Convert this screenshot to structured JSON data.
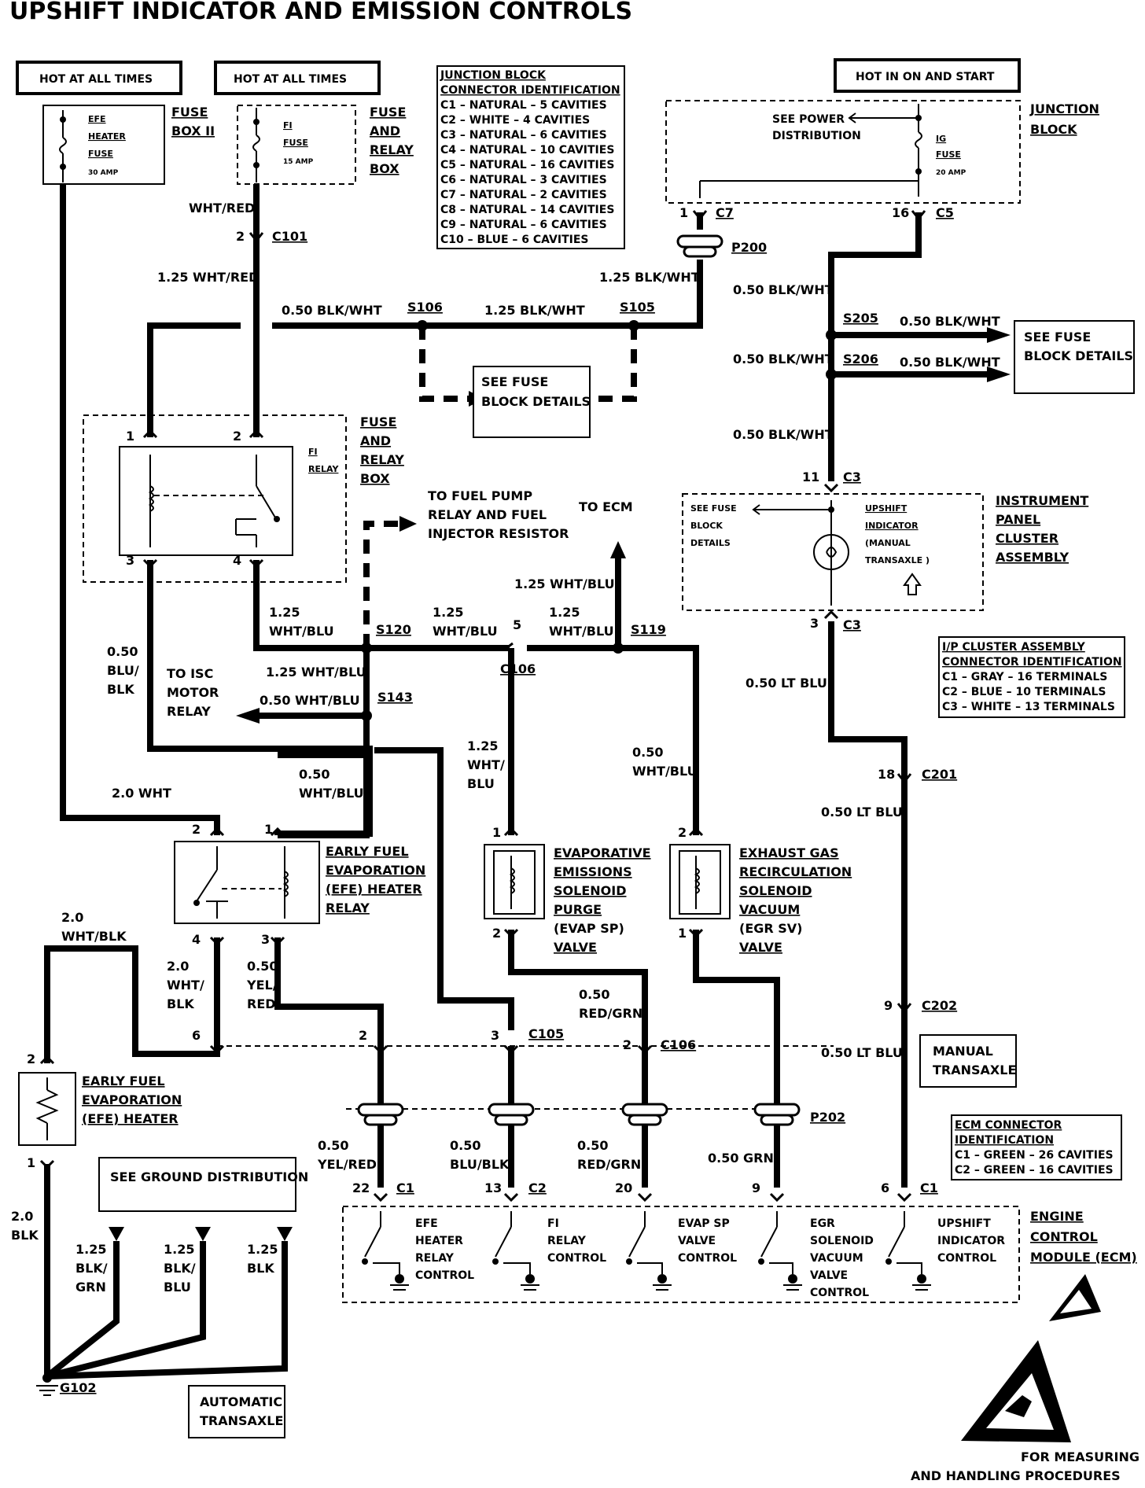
{
  "title": "UPSHIFT INDICATOR AND EMISSION CONTROLS",
  "power": {
    "hot_at_all_times_1": "HOT AT ALL TIMES",
    "hot_at_all_times_2": "HOT AT ALL TIMES",
    "hot_in_on_and_start": "HOT IN ON AND START"
  },
  "fuses": {
    "efe_1": "EFE",
    "efe_2": "HEATER",
    "efe_3": "FUSE",
    "efe_amp": "30 AMP",
    "fi_1": "FI",
    "fi_2": "FUSE",
    "fi_amp": "15 AMP",
    "ig_1": "IG",
    "ig_2": "FUSE",
    "ig_amp": "20 AMP"
  },
  "labels": {
    "fuse_box_ii_1": "FUSE",
    "fuse_box_ii_2": "BOX II",
    "frb_1": "FUSE",
    "frb_2": "AND",
    "frb_3": "RELAY",
    "frb_4": "BOX",
    "frb2_1": "FUSE",
    "frb2_2": "AND",
    "frb2_3": "RELAY",
    "frb2_4": "BOX",
    "jb_1": "JUNCTION",
    "jb_2": "BLOCK",
    "see_power_1": "SEE POWER",
    "see_power_2": "DISTRIBUTION",
    "fi_relay_1": "FI",
    "fi_relay_2": "RELAY",
    "see_fuse_block": "SEE FUSE",
    "see_fuse_block_2": "BLOCK DETAILS",
    "see_fuse_block_r1": "SEE FUSE",
    "see_fuse_block_r2": "BLOCK DETAILS",
    "to_fuel_pump_1": "TO FUEL PUMP",
    "to_fuel_pump_2": "RELAY AND FUEL",
    "to_fuel_pump_3": "INJECTOR RESISTOR",
    "to_ecm": "TO ECM",
    "to_isc_1": "TO ISC",
    "to_isc_2": "MOTOR",
    "to_isc_3": "RELAY",
    "ipc_see_1": "SEE FUSE",
    "ipc_see_2": "BLOCK",
    "ipc_see_3": "DETAILS",
    "upshift_1": "UPSHIFT",
    "upshift_2": "INDICATOR",
    "upshift_3": "(MANUAL",
    "upshift_4": "TRANSAXLE )",
    "ipc_1": "INSTRUMENT",
    "ipc_2": "PANEL",
    "ipc_3": "CLUSTER",
    "ipc_4": "ASSEMBLY",
    "efe_relay_1": "EARLY FUEL",
    "efe_relay_2": "EVAPORATION",
    "efe_relay_3": "(EFE) HEATER",
    "efe_relay_4": "RELAY",
    "evap_1": "EVAPORATIVE",
    "evap_2": "EMISSIONS",
    "evap_3": "SOLENOID",
    "evap_4": "PURGE",
    "evap_5": "(EVAP SP)",
    "evap_6": "VALVE",
    "egr_1": "EXHAUST GAS",
    "egr_2": "RECIRCULATION",
    "egr_3": "SOLENOID",
    "egr_4": "VACUUM",
    "egr_5": "(EGR SV)",
    "egr_6": "VALVE",
    "efe_heater_1": "EARLY FUEL",
    "efe_heater_2": "EVAPORATION",
    "efe_heater_3": "(EFE) HEATER",
    "manual_1": "MANUAL",
    "manual_2": "TRANSAXLE",
    "auto_1": "AUTOMATIC",
    "auto_2": "TRANSAXLE",
    "see_ground": "SEE GROUND DISTRIBUTION",
    "ecm_1": "ENGINE",
    "ecm_2": "CONTROL",
    "ecm_3": "MODULE (ECM)",
    "ecm_efe_1": "EFE",
    "ecm_efe_2": "HEATER",
    "ecm_efe_3": "RELAY",
    "ecm_efe_4": "CONTROL",
    "ecm_fi_1": "FI",
    "ecm_fi_2": "RELAY",
    "ecm_fi_3": "CONTROL",
    "ecm_evap_1": "EVAP SP",
    "ecm_evap_2": "VALVE",
    "ecm_evap_3": "CONTROL",
    "ecm_egr_1": "EGR",
    "ecm_egr_2": "SOLENOID",
    "ecm_egr_3": "VACUUM",
    "ecm_egr_4": "VALVE",
    "ecm_egr_5": "CONTROL",
    "ecm_up_1": "UPSHIFT",
    "ecm_up_2": "INDICATOR",
    "ecm_up_3": "CONTROL",
    "esd_1": "FOR MEASURING",
    "esd_2": "AND HANDLING PROCEDURES"
  },
  "junction_block_id": [
    "JUNCTION BLOCK",
    "CONNECTOR IDENTIFICATION",
    "C1 – NATURAL – 5 CAVITIES",
    "C2 – WHITE – 4 CAVITIES",
    "C3 – NATURAL – 6 CAVITIES",
    "C4 – NATURAL – 10 CAVITIES",
    "C5 – NATURAL – 16 CAVITIES",
    "C6 – NATURAL – 3 CAVITIES",
    "C7 – NATURAL – 2 CAVITIES",
    "C8 – NATURAL – 14 CAVITIES",
    "C9 – NATURAL – 6 CAVITIES",
    "C10 – BLUE – 6 CAVITIES"
  ],
  "ip_cluster_id": [
    "I/P CLUSTER ASSEMBLY",
    "CONNECTOR IDENTIFICATION",
    "C1 – GRAY – 16 TERMINALS",
    "C2 – BLUE – 10 TERMINALS",
    "C3 – WHITE – 13 TERMINALS"
  ],
  "ecm_connector_id": [
    "ECM CONNECTOR",
    "IDENTIFICATION",
    "C1 – GREEN – 26 CAVITIES",
    "C2 – GREEN – 16 CAVITIES"
  ],
  "wires": {
    "wht_red": "WHT/RED",
    "w125_wht_red": "1.25 WHT/RED",
    "w050_blk_wht_a": "0.50 BLK/WHT",
    "w125_blk_wht_a": "1.25 BLK/WHT",
    "w125_blk_wht_b": "1.25 BLK/WHT",
    "w050_blk_wht_b": "0.50 BLK/WHT",
    "w050_blk_wht_c": "0.50 BLK/WHT",
    "w050_blk_wht_d": "0.50 BLK/WHT",
    "w050_blk_wht_e": "0.50 BLK/WHT",
    "w050_blk_wht_f": "0.50 BLK/WHT",
    "w125_wht_blu_1a": "1.25",
    "w125_wht_blu_1b": "WHT/BLU",
    "w125_wht_blu_2a": "1.25",
    "w125_wht_blu_2b": "WHT/BLU",
    "w125_wht_blu_3a": "1.25",
    "w125_wht_blu_3b": "WHT/BLU",
    "w125_wht_blu_up": "1.25 WHT/BLU",
    "w125_wht_blu_isc": "1.25 WHT/BLU",
    "w050_wht_blu_isc": "0.50 WHT/BLU",
    "w050_blu_blk_1": "0.50",
    "w050_blu_blk_2": "BLU/",
    "w050_blu_blk_3": "BLK",
    "w20_wht": "2.0 WHT",
    "w050_wht_blu_r1": "0.50",
    "w050_wht_blu_r2": "WHT/BLU",
    "w125_wht_blu_ev1": "1.25",
    "w125_wht_blu_ev2": "WHT/",
    "w125_wht_blu_ev3": "BLU",
    "w050_wht_blu_egr1": "0.50",
    "w050_wht_blu_egr2": "WHT/BLU",
    "w050_lt_blu_a": "0.50 LT BLU",
    "w050_lt_blu_b": "0.50 LT BLU",
    "w050_lt_blu_c": "0.50 LT BLU",
    "w20_wht_blk_1": "2.0",
    "w20_wht_blk_2": "WHT/BLK",
    "w20_wht_blk_b1": "2.0",
    "w20_wht_blk_b2": "WHT/",
    "w20_wht_blk_b3": "BLK",
    "w050_yel_red_1": "0.50",
    "w050_yel_red_2": "YEL/",
    "w050_yel_red_3": "RED",
    "w050_red_grn_1": "0.50",
    "w050_red_grn_2": "RED/GRN",
    "w050_yel_red_b1": "0.50",
    "w050_yel_red_b2": "YEL/RED",
    "w050_blu_blk_b1": "0.50",
    "w050_blu_blk_b2": "BLU/BLK",
    "w050_red_grn_b1": "0.50",
    "w050_red_grn_b2": "RED/GRN",
    "w050_grn": "0.50 GRN",
    "w20_blk_1": "2.0",
    "w20_blk_2": "BLK",
    "w125_blk_grn_1": "1.25",
    "w125_blk_grn_2": "BLK/",
    "w125_blk_grn_3": "GRN",
    "w125_blk_blu_1": "1.25",
    "w125_blk_blu_2": "BLK/",
    "w125_blk_blu_3": "BLU",
    "w125_blk_1": "1.25",
    "w125_blk_2": "BLK"
  },
  "connectors": {
    "c101": "C101",
    "c7": "C7",
    "c5": "C5",
    "p200": "P200",
    "s106": "S106",
    "s105": "S105",
    "s205": "S205",
    "s206": "S206",
    "s120": "S120",
    "s119": "S119",
    "s143": "S143",
    "c106a": "C106",
    "c3a": "C3",
    "c3b": "C3",
    "c201": "C201",
    "c202": "C202",
    "c105": "C105",
    "c106b": "C106",
    "p202": "P202",
    "c1a": "C1",
    "c2": "C2",
    "c1b": "C1",
    "g102": "G102"
  },
  "pins": {
    "p2_c101": "2",
    "p1_c7": "1",
    "p16_c5": "16",
    "fi_1": "1",
    "fi_2": "2",
    "fi_3": "3",
    "fi_4": "4",
    "p11_c3": "11",
    "p3_c3": "3",
    "p5_c106": "5",
    "efe_2": "2",
    "efe_1": "1",
    "efe_4": "4",
    "efe_3": "3",
    "evap_1": "1",
    "evap_2": "2",
    "egr_2": "2",
    "egr_1": "1",
    "p18": "18",
    "p9": "9",
    "hm_2": "2",
    "hm_1": "1",
    "c105_6": "6",
    "c105_2": "2",
    "c105_3": "3",
    "c106_2": "2",
    "ecm_22": "22",
    "ecm_13": "13",
    "ecm_20": "20",
    "ecm_9": "9",
    "ecm_6": "6"
  }
}
